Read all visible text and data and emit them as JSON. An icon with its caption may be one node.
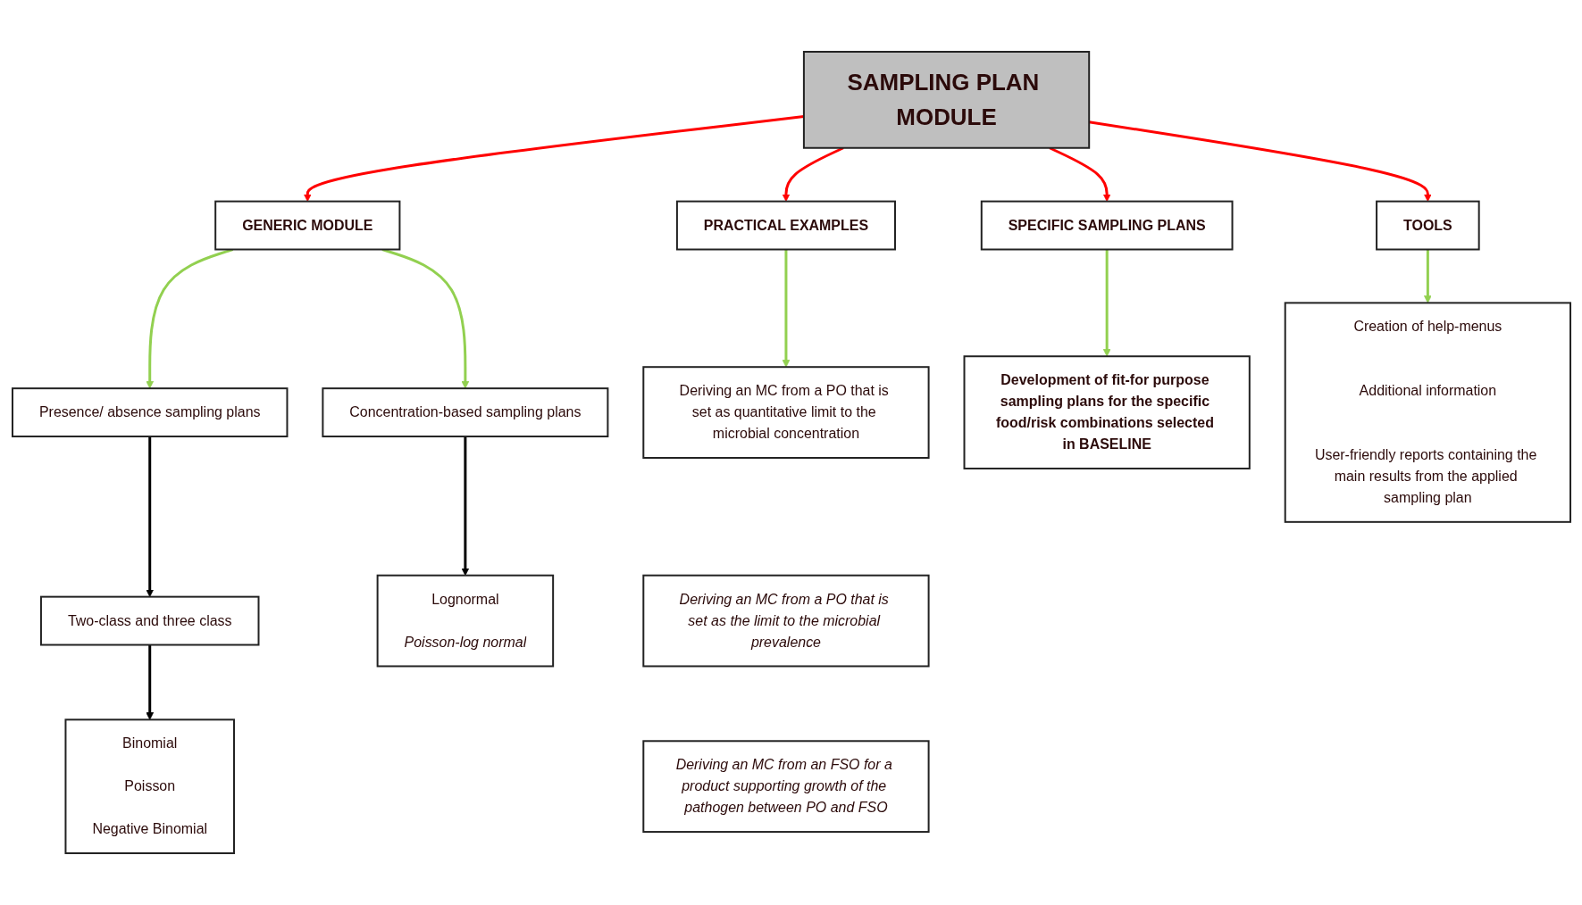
{
  "diagram": {
    "nodes": [
      {
        "text": [
          "SAMPLING PLAN MODULE"
        ]
      },
      {
        "text": [
          "GENERIC MODULE"
        ]
      },
      {
        "text": [
          "PRACTICAL EXAMPLES"
        ]
      },
      {
        "text": [
          "SPECIFIC SAMPLING PLANS"
        ]
      },
      {
        "text": [
          "TOOLS"
        ]
      },
      {
        "text": [
          "Presence/ absence sampling plans"
        ]
      },
      {
        "text": [
          "Concentration-based sampling plans"
        ]
      },
      {
        "text": [
          "Two-class and three class"
        ]
      },
      {
        "text": [
          "Binomial",
          "Poisson",
          "Negative Binomial"
        ]
      },
      {
        "text": [
          "Lognormal",
          "Poisson-log normal"
        ]
      },
      {
        "text": [
          "Deriving an MC from a PO that is set as quantitative limit to the microbial concentration"
        ]
      },
      {
        "text": [
          "Deriving an MC from a PO that is set as the limit to the microbial prevalence"
        ]
      },
      {
        "text": [
          "Deriving an MC from an FSO for a product supporting growth of the pathogen between PO and FSO"
        ]
      },
      {
        "text": [
          "Development of fit-for purpose sampling plans for the specific food/risk combinations selected in BASELINE"
        ]
      },
      {
        "text": [
          "Creation of help-menus",
          "Additional information",
          "User-friendly reports containing the main results from the applied sampling plan"
        ]
      }
    ],
    "edges": [
      {
        "from": 0,
        "to": 1,
        "arrow": "to",
        "color": "#ff0000"
      },
      {
        "from": 0,
        "to": 2,
        "arrow": "to",
        "color": "#ff0000"
      },
      {
        "from": 0,
        "to": 3,
        "arrow": "to",
        "color": "#ff0000"
      },
      {
        "from": 0,
        "to": 4,
        "arrow": "to",
        "color": "#ff0000"
      },
      {
        "from": 1,
        "to": 5,
        "arrow": "to",
        "color": "#92d050"
      },
      {
        "from": 1,
        "to": 6,
        "arrow": "to",
        "color": "#92d050"
      },
      {
        "from": 2,
        "to": 10,
        "arrow": "to",
        "color": "#92d050"
      },
      {
        "from": 3,
        "to": 13,
        "arrow": "to",
        "color": "#92d050"
      },
      {
        "from": 4,
        "to": 14,
        "arrow": "to",
        "color": "#92d050"
      },
      {
        "from": 5,
        "to": 7,
        "arrow": "to",
        "color": "#000000"
      },
      {
        "from": 6,
        "to": 9,
        "arrow": "to",
        "color": "#000000"
      },
      {
        "from": 7,
        "to": 8,
        "arrow": "to",
        "color": "#000000"
      }
    ]
  }
}
